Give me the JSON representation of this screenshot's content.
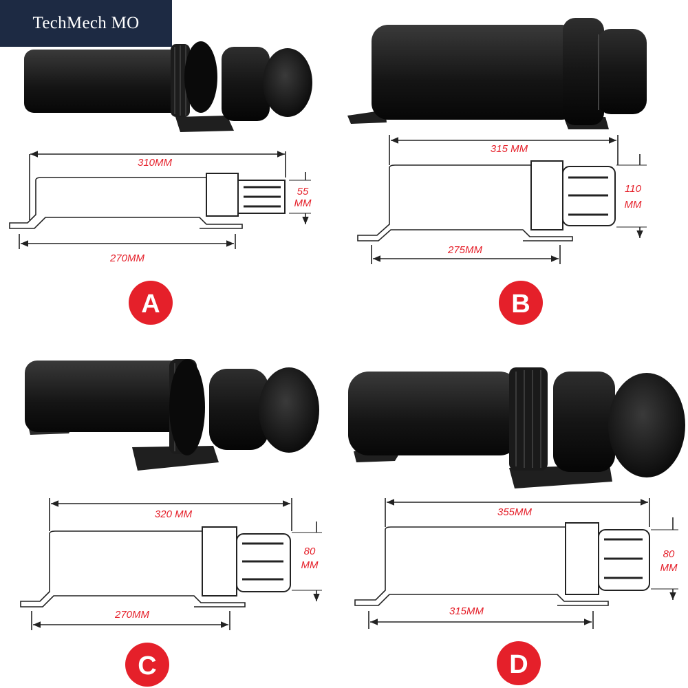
{
  "brand": {
    "name": "TechMech MO"
  },
  "colors": {
    "dimension_text": "#e5202a",
    "badge": "#e5202a",
    "brand_bg": "#1d2a43",
    "product": "#1e1e1e"
  },
  "panels": {
    "a": {
      "label": "A",
      "total_length": "310MM",
      "diameter_1": "55",
      "diameter_2": "MM",
      "mount_length": "270MM"
    },
    "b": {
      "label": "B",
      "total_length": "315 MM",
      "diameter_1": "110",
      "diameter_2": "MM",
      "mount_length": "275MM"
    },
    "c": {
      "label": "C",
      "total_length": "320 MM",
      "diameter_1": "80",
      "diameter_2": "MM",
      "mount_length": "270MM"
    },
    "d": {
      "label": "D",
      "total_length": "355MM",
      "diameter_1": "80",
      "diameter_2": "MM",
      "mount_length": "315MM"
    }
  }
}
